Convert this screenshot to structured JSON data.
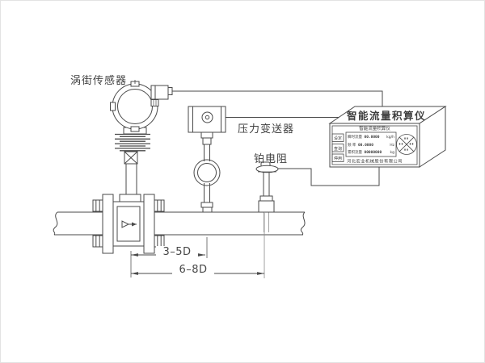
{
  "labels": {
    "vortex_sensor": "涡街传感器",
    "pressure_transmitter": "压力变送器",
    "rtd": "铂电阻"
  },
  "dimensions": {
    "upstream": "3–5D",
    "downstream": "6–8D"
  },
  "totalizer": {
    "top_label": "智能流量积算仪",
    "panel_title": "智能流量积算仪",
    "buttons": [
      {
        "label": "设定"
      },
      {
        "label": "查询"
      },
      {
        "label": "停用"
      }
    ],
    "display": {
      "rows": [
        {
          "label": "瞬时流量",
          "value": "00.0000",
          "unit": "kg/h"
        },
        {
          "label": "频  率",
          "value": "00.0000",
          "unit": "Hz"
        },
        {
          "label": "累积流量",
          "value": "00000000",
          "unit": "kg"
        }
      ]
    },
    "company": "河北宏业机械股份有限公司"
  },
  "colors": {
    "line": "#4a4a4a",
    "text": "#3f3f3f",
    "background": "#ffffff"
  }
}
